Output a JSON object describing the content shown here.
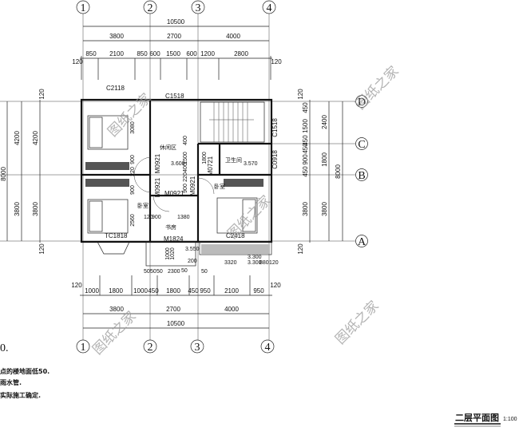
{
  "axes_columns": [
    "1",
    "2",
    "3",
    "4"
  ],
  "axes_rows": [
    "A",
    "B",
    "C",
    "D"
  ],
  "top_dims": {
    "total": "10500",
    "bays": [
      "3800",
      "2700",
      "4000"
    ],
    "detail": [
      "120",
      "850",
      "2100",
      "850",
      "600",
      "1500",
      "600",
      "1200",
      "2800",
      "120"
    ]
  },
  "bottom_dims": {
    "total": "10500",
    "bays": [
      "3800",
      "2700",
      "4000"
    ],
    "detail": [
      "120",
      "1000",
      "1800",
      "1000",
      "450",
      "1800",
      "450",
      "950",
      "2100",
      "950",
      "120"
    ],
    "misc": [
      "50",
      "50",
      "50",
      "2300",
      "50",
      "50",
      "200",
      "3320",
      "3.300",
      "880",
      "120"
    ]
  },
  "left_dims": {
    "total": "8000",
    "bays": [
      "4200",
      "3800"
    ],
    "bays2": [
      "4200",
      "3800"
    ],
    "edge": [
      "120",
      "120"
    ]
  },
  "right_dims": {
    "total": "8000",
    "bays": [
      "2400",
      "1800",
      "3800"
    ],
    "detail": [
      "450",
      "1500",
      "450",
      "450",
      "900",
      "450",
      "3800"
    ],
    "edge": [
      "120",
      "120"
    ]
  },
  "rooms": {
    "lounge": "休闲区",
    "bathroom": "卫生间",
    "bedroom_right": "卧室",
    "bedroom_left": "卧室",
    "study": "书房"
  },
  "openings": {
    "c2118": "C2118",
    "c1518_top": "C1518",
    "c1518_side": "C1518",
    "c0918": "C0918",
    "tc1818": "TC1818",
    "c2418": "C2418",
    "m0921_a": "M0921",
    "m0921_b": "M0921",
    "m0921_c": "M0921",
    "m0921_d": "M0921",
    "m0721": "M0721",
    "m1824": "M1824"
  },
  "elevations": {
    "lounge": "3.600",
    "bath": "3.570",
    "balcony": "3.550",
    "terrace": "3.300"
  },
  "inner_dims": [
    "900",
    "220",
    "900",
    "400",
    "1500",
    "400",
    "220",
    "900",
    "1800",
    "120",
    "900",
    "1380",
    "2560",
    "3080",
    "1020",
    "1000"
  ],
  "notes": [
    "0.",
    "点的楼地面低50.",
    "雨水管.",
    "实际施工确定."
  ],
  "title": "二层平面图",
  "scale": "1:100",
  "watermark": "图纸之家"
}
